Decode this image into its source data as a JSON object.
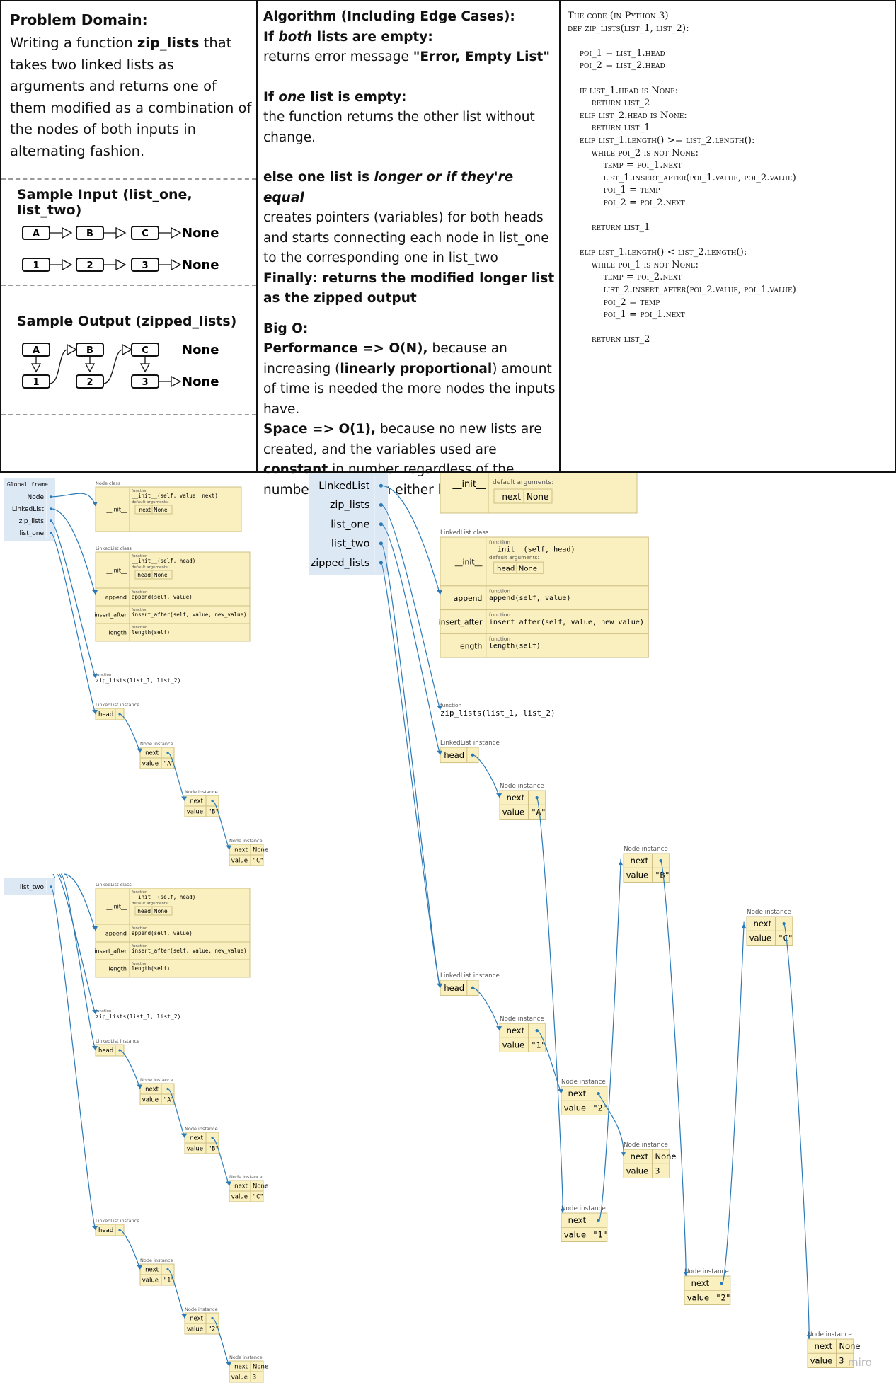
{
  "problem": {
    "title": "Problem Domain:",
    "body_pre": "Writing a function ",
    "body_fn": "zip_lists",
    "body_post": " that takes two linked lists as arguments and returns one of them modified as a combination of the nodes of both inputs in alternating fashion.",
    "sample_input_title": "Sample Input (list_one, list_two)",
    "sample_output_title": "Sample Output (zipped_lists)",
    "list_one": [
      "A",
      "B",
      "C"
    ],
    "list_two": [
      "1",
      "2",
      "3"
    ],
    "none_label": "None"
  },
  "algorithm": {
    "title": "Algorithm (Including Edge Cases):",
    "case1_pre": "If ",
    "case1_em": "both",
    "case1_post": " lists are empty:",
    "case1_body_pre": "returns error message ",
    "case1_body_b": "\"Error, Empty List\"",
    "case2_pre": "If ",
    "case2_em": "one",
    "case2_post": " list is empty:",
    "case2_body": "the function returns the other list without change.",
    "case3_pre": "else one list is ",
    "case3_em": "longer or if they're equal",
    "case3_body": "creates pointers (variables) for both heads and starts connecting each node in list_one to the corresponding one in list_two",
    "finally": "Finally: returns the modified longer list as the zipped output",
    "bigo_title": "Big O:",
    "perf_label": "Performance => O(N),",
    "perf_mid": " because an increasing (",
    "perf_b": "linearly proportional",
    "perf_post": ") amount of time is needed the more nodes the inputs have.",
    "space_label": "Space => O(1),",
    "space_mid": " because no new lists are created, and the variables used are ",
    "space_b": "constant",
    "space_post": " in number regardless of the number of nodes in either list."
  },
  "code": {
    "lines": [
      "The code (in Python 3)",
      "def zip_lists(list_1, list_2):",
      "",
      "    poi_1 = list_1.head",
      "    poi_2 = list_2.head",
      "",
      "    if list_1.head is None:",
      "        return list_2",
      "    elif list_2.head is None:",
      "        return list_1",
      "    elif list_1.length() >= list_2.length():",
      "        while poi_2 is not None:",
      "            temp = poi_1.next",
      "            list_1.insert_after(poi_1.value, poi_2.value)",
      "            poi_1 = temp",
      "            poi_2 = poi_2.next",
      "",
      "        return list_1",
      "",
      "    elif list_1.length() < list_2.length():",
      "        while poi_1 is not None:",
      "            temp = poi_2.next",
      "            list_2.insert_after(poi_2.value, poi_1.value)",
      "            poi_2 = temp",
      "            poi_1 = poi_1.next",
      "",
      "        return list_2"
    ]
  },
  "viz": {
    "global_frame": "Global frame",
    "frame_vars_left_top": [
      "Node",
      "LinkedList",
      "zip_lists",
      "list_one"
    ],
    "frame_var_left_bottom": "list_two",
    "frame_vars_right": [
      "LinkedList",
      "zip_lists",
      "list_one",
      "list_two",
      "zipped_lists"
    ],
    "node_class": "Node class",
    "linkedlist_class": "LinkedList class",
    "linkedlist_instance": "LinkedList instance",
    "node_instance": "Node instance",
    "function_label": "function",
    "default_args": "default arguments:",
    "init_name": "__init__",
    "node_init_sig": "__init__(self, value, next)",
    "ll_init_sig": "__init__(self, head)",
    "append_name": "append",
    "append_sig": "append(self, value)",
    "insert_after_name": "insert_after",
    "insert_after_sig": "insert_after(self, value, new_value)",
    "length_name": "length",
    "length_sig": "length(self)",
    "zip_sig": "zip_lists(list_1, list_2)",
    "next_label": "next",
    "value_label": "value",
    "head_label": "head",
    "none": "None",
    "left_top_values": [
      "\"A\"",
      "\"B\"",
      "\"C\""
    ],
    "left_bottom_values_one": [
      "\"A\"",
      "\"B\"",
      "\"C\""
    ],
    "left_bottom_values_two": [
      "\"1\"",
      "\"2\"",
      "3"
    ],
    "right_values_one": [
      "\"A\"",
      "\"B\"",
      "\"C\""
    ],
    "right_values_two": [
      "\"1\"",
      "\"2\"",
      "3"
    ],
    "right_zipped_values": [
      "\"1\"",
      "\"2\""
    ],
    "watermark": "miro"
  }
}
